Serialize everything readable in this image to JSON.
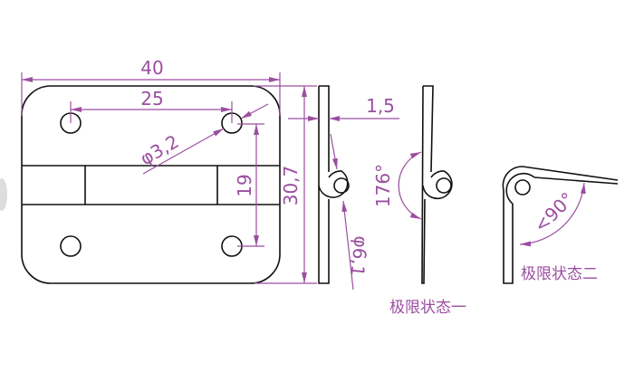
{
  "dimensions": {
    "width": "40",
    "hole_spacing": "25",
    "hole_diameter": "φ3,2",
    "band_height": "19",
    "height": "30,7",
    "thickness": "1,5",
    "knuckle_diameter": "φ6,1",
    "angle_state_one": "176°",
    "angle_state_two": "<90°"
  },
  "labels": {
    "state_one": "极限状态一",
    "state_two": "极限状态二"
  },
  "colors": {
    "dimension": "#9b4fa0",
    "outline": "#111111"
  }
}
